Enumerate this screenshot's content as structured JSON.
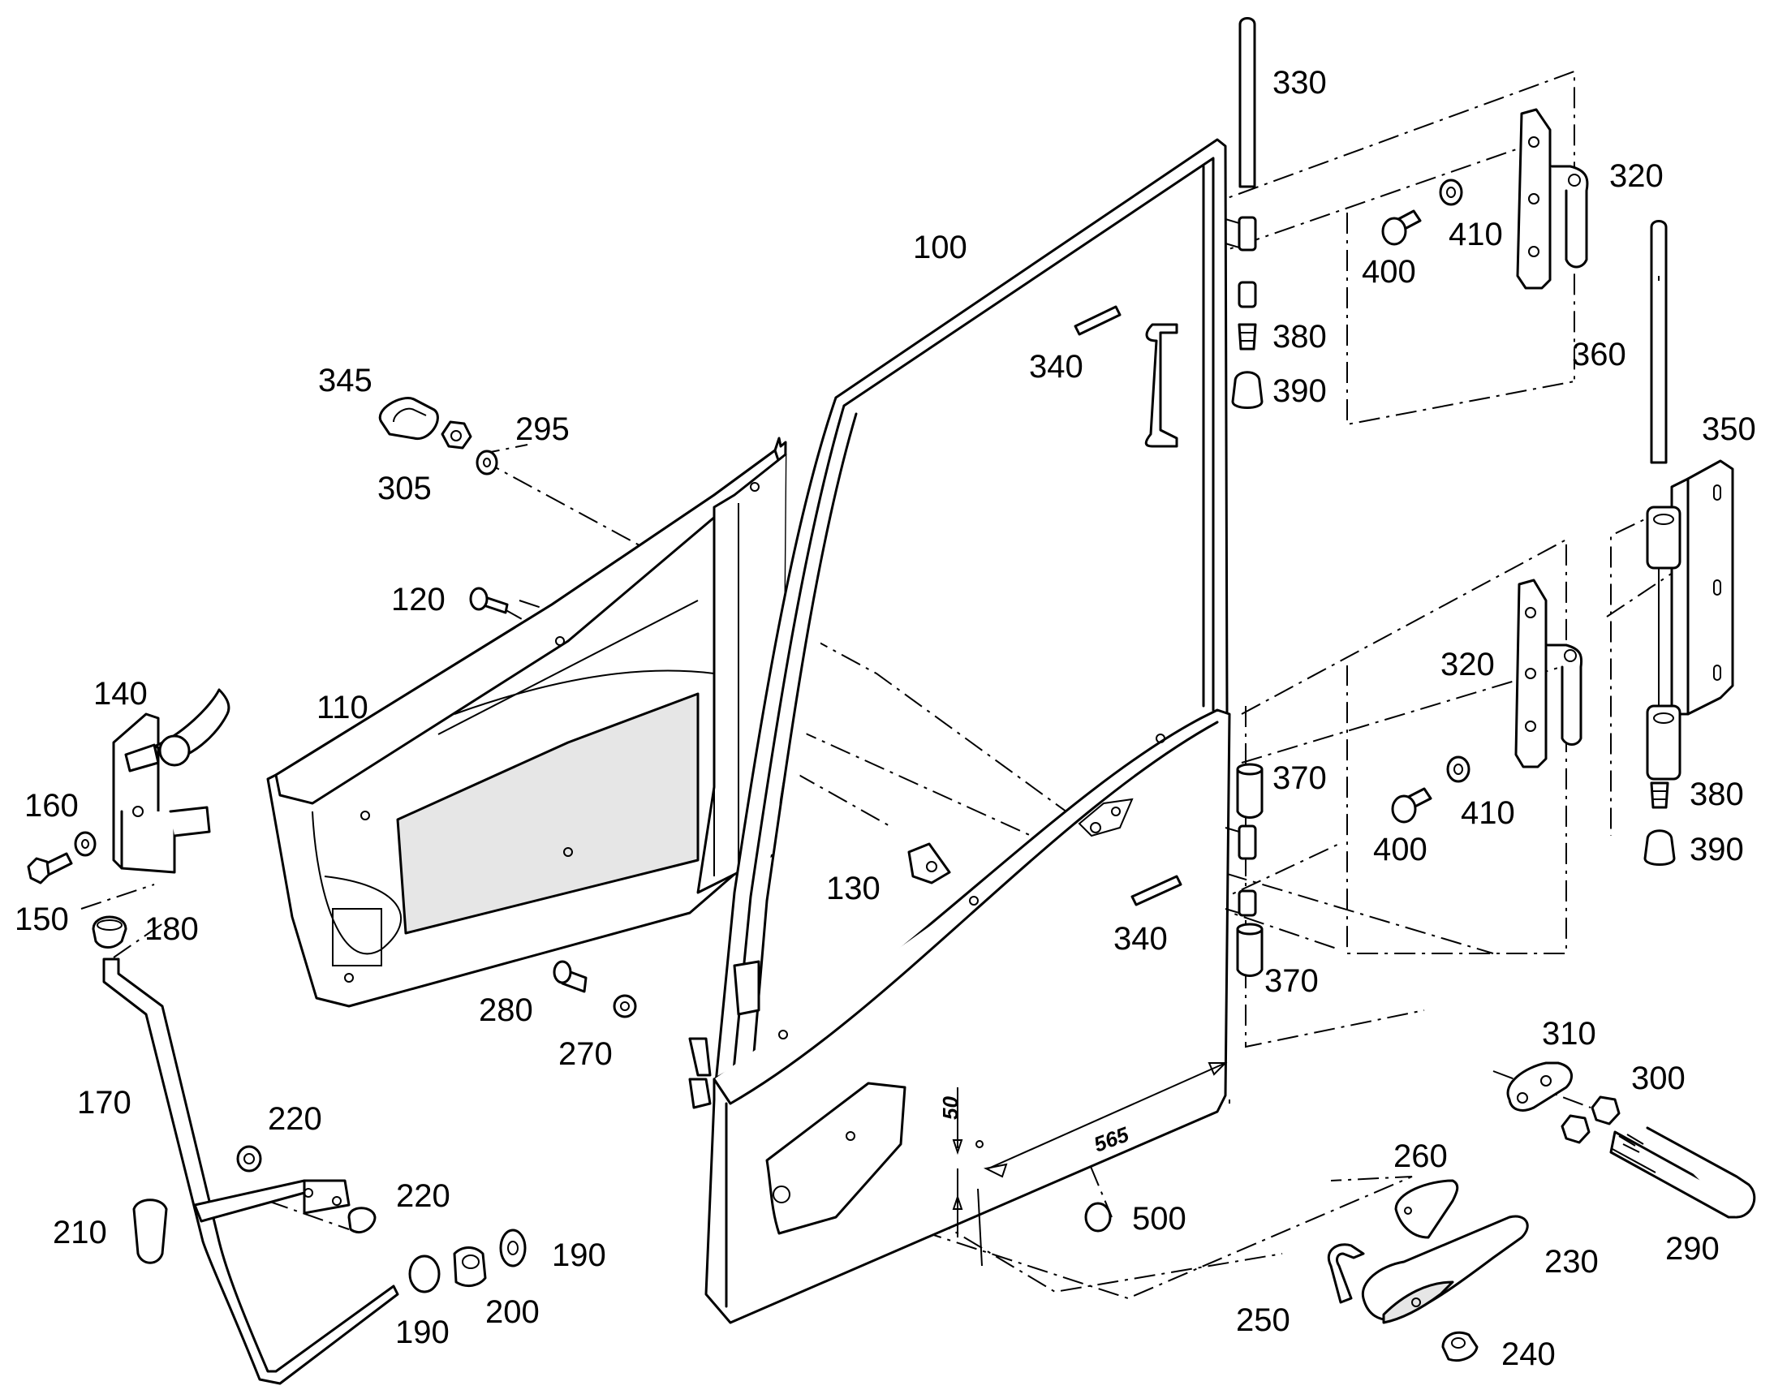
{
  "labels": {
    "l100": "100",
    "l110": "110",
    "l120": "120",
    "l130": "130",
    "l140": "140",
    "l150": "150",
    "l160": "160",
    "l170": "170",
    "l180": "180",
    "l190a": "190",
    "l190b": "190",
    "l200": "200",
    "l210": "210",
    "l220a": "220",
    "l220b": "220",
    "l230": "230",
    "l240": "240",
    "l250": "250",
    "l260": "260",
    "l270": "270",
    "l280": "280",
    "l290": "290",
    "l295": "295",
    "l300": "300",
    "l305": "305",
    "l310": "310",
    "l320a": "320",
    "l320b": "320",
    "l330": "330",
    "l340a": "340",
    "l340b": "340",
    "l345": "345",
    "l350": "350",
    "l360": "360",
    "l370a": "370",
    "l370b": "370",
    "l380a": "380",
    "l380b": "380",
    "l390a": "390",
    "l390b": "390",
    "l400a": "400",
    "l400b": "400",
    "l410a": "410",
    "l410b": "410",
    "l500": "500"
  },
  "dimensions": {
    "width": "565",
    "height": "50"
  }
}
